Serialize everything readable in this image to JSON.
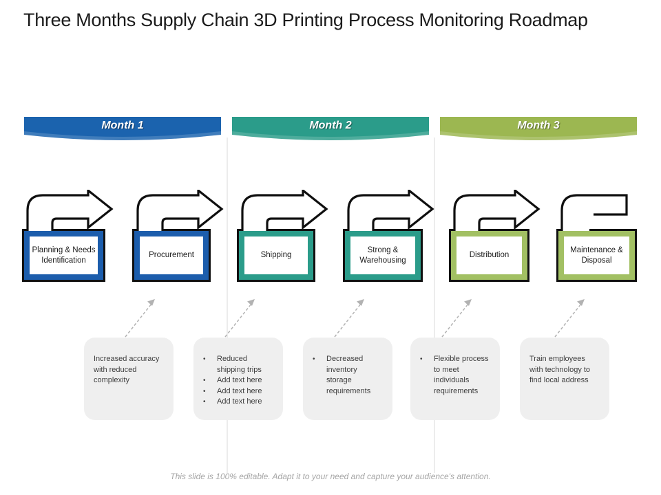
{
  "title": "Three Months Supply Chain 3D Printing Process Monitoring Roadmap",
  "months": [
    {
      "label": "Month 1",
      "color": "#1b63ae"
    },
    {
      "label": "Month 2",
      "color": "#2b9c8a"
    },
    {
      "label": "Month 3",
      "color": "#9cb751"
    }
  ],
  "stages": [
    {
      "label": "Planning & Needs Identification",
      "color": "#1c5dac"
    },
    {
      "label": "Procurement",
      "color": "#1c5dac"
    },
    {
      "label": "Shipping",
      "color": "#2b9c8a"
    },
    {
      "label": "Strong & Warehousing",
      "color": "#2b9c8a"
    },
    {
      "label": "Distribution",
      "color": "#a2c063"
    },
    {
      "label": "Maintenance & Disposal",
      "color": "#a2c063"
    }
  ],
  "callouts": [
    {
      "bulleted": false,
      "items": [
        "Increased accuracy with reduced complexity"
      ]
    },
    {
      "bulleted": true,
      "items": [
        "Reduced shipping trips",
        "Add text here",
        "Add text here",
        "Add text here"
      ]
    },
    {
      "bulleted": true,
      "items": [
        "Decreased inventory storage requirements"
      ]
    },
    {
      "bulleted": true,
      "items": [
        "Flexible process to meet individuals requirements"
      ]
    },
    {
      "bulleted": false,
      "items": [
        "Train employees with technology to find local address"
      ]
    }
  ],
  "footer": "This slide is 100% editable. Adapt it to your need and capture your audience's attention.",
  "bullet_char": "•",
  "connector_color": "#b2b2b2",
  "callout_bg": "#efefef",
  "arrow_outline_color": "#0f0f0f"
}
